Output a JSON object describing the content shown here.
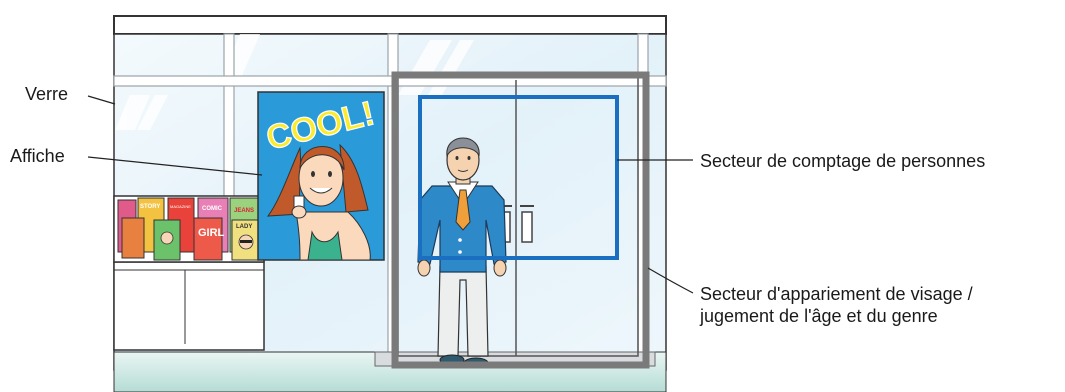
{
  "labels": {
    "glass": "Verre",
    "poster": "Affiche",
    "counting_area": "Secteur de comptage de personnes",
    "face_area_line1": "Secteur d'appariement de visage /",
    "face_area_line2": "jugement de l'âge et du genre"
  },
  "poster_text": "COOL!",
  "magazine_titles": [
    "STORY",
    "MAGAZINE",
    "COMIC",
    "JEANS",
    "GIRL",
    "LADY"
  ],
  "colors": {
    "counting_area_box": "#1a6fc0",
    "face_area_box": "#7a7a7a",
    "glass": "#e6f3fa",
    "poster_bg": "#2a9ad8",
    "poster_text_fill": "#fbea2e",
    "jacket": "#2d89c8",
    "tie": "#f0a03a"
  },
  "icons": [
    "store-front-illustration",
    "businessman-figure",
    "woman-poster-figure",
    "magazine-rack"
  ]
}
